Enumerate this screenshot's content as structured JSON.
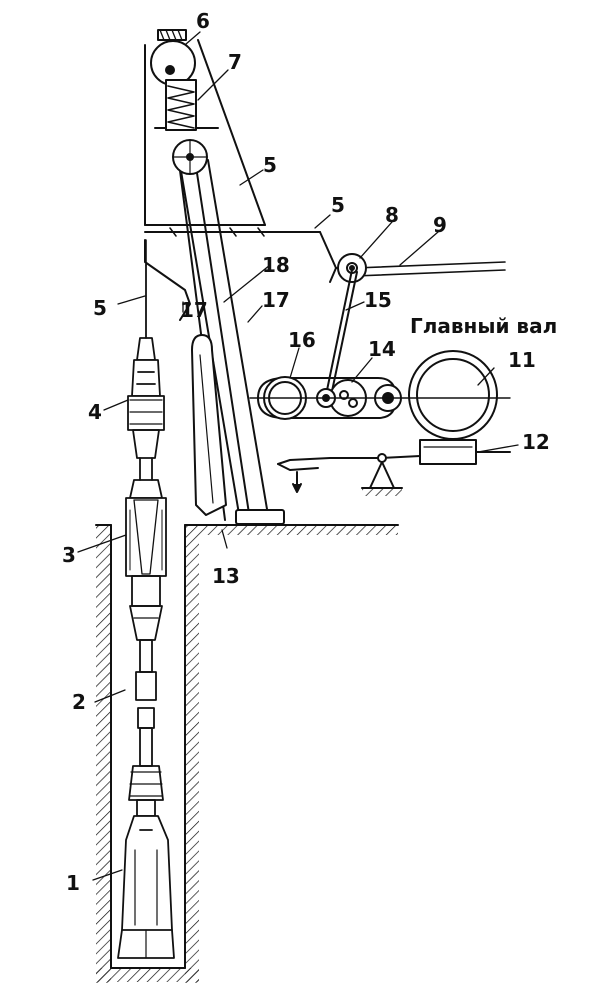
{
  "caption": "Главный вал",
  "labels": {
    "n1": "1",
    "n2": "2",
    "n3": "3",
    "n4": "4",
    "n5a": "5",
    "n5b": "5",
    "n5c": "5",
    "n6": "6",
    "n7": "7",
    "n8": "8",
    "n9": "9",
    "n11": "11",
    "n12": "12",
    "n13": "13",
    "n14": "14",
    "n15": "15",
    "n16": "16",
    "n17a": "17",
    "n17b": "17",
    "n18": "18"
  },
  "colors": {
    "ink": "#111111",
    "background": "#ffffff"
  }
}
